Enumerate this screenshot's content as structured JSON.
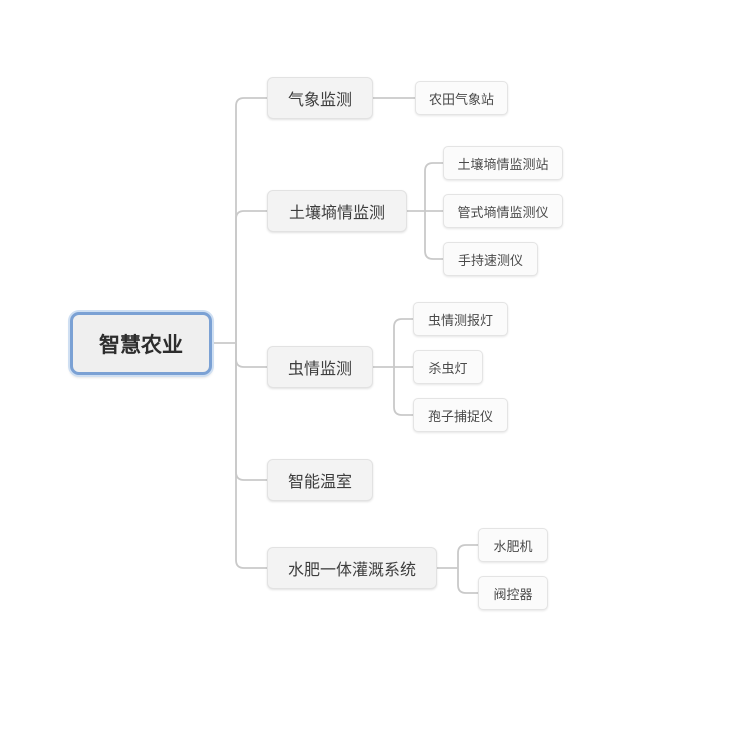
{
  "colors": {
    "root_border": "#7ba1d4",
    "root_fill": "#efefef",
    "branch_fill": "#f3f3f3",
    "leaf_fill": "#fbfbfb",
    "node_border": "#e2e2e2",
    "connector": "#c9c9c9"
  },
  "mindmap": {
    "root": {
      "label": "智慧农业"
    },
    "branches": [
      {
        "label": "气象监测",
        "children": [
          {
            "label": "农田气象站"
          }
        ]
      },
      {
        "label": "土壤墒情监测",
        "children": [
          {
            "label": "土壤墒情监测站"
          },
          {
            "label": "管式墒情监测仪"
          },
          {
            "label": "手持速测仪"
          }
        ]
      },
      {
        "label": "虫情监测",
        "children": [
          {
            "label": "虫情测报灯"
          },
          {
            "label": "杀虫灯"
          },
          {
            "label": "孢子捕捉仪"
          }
        ]
      },
      {
        "label": "智能温室",
        "children": []
      },
      {
        "label": "水肥一体灌溉系统",
        "children": [
          {
            "label": "水肥机"
          },
          {
            "label": "阀控器"
          }
        ]
      }
    ]
  }
}
